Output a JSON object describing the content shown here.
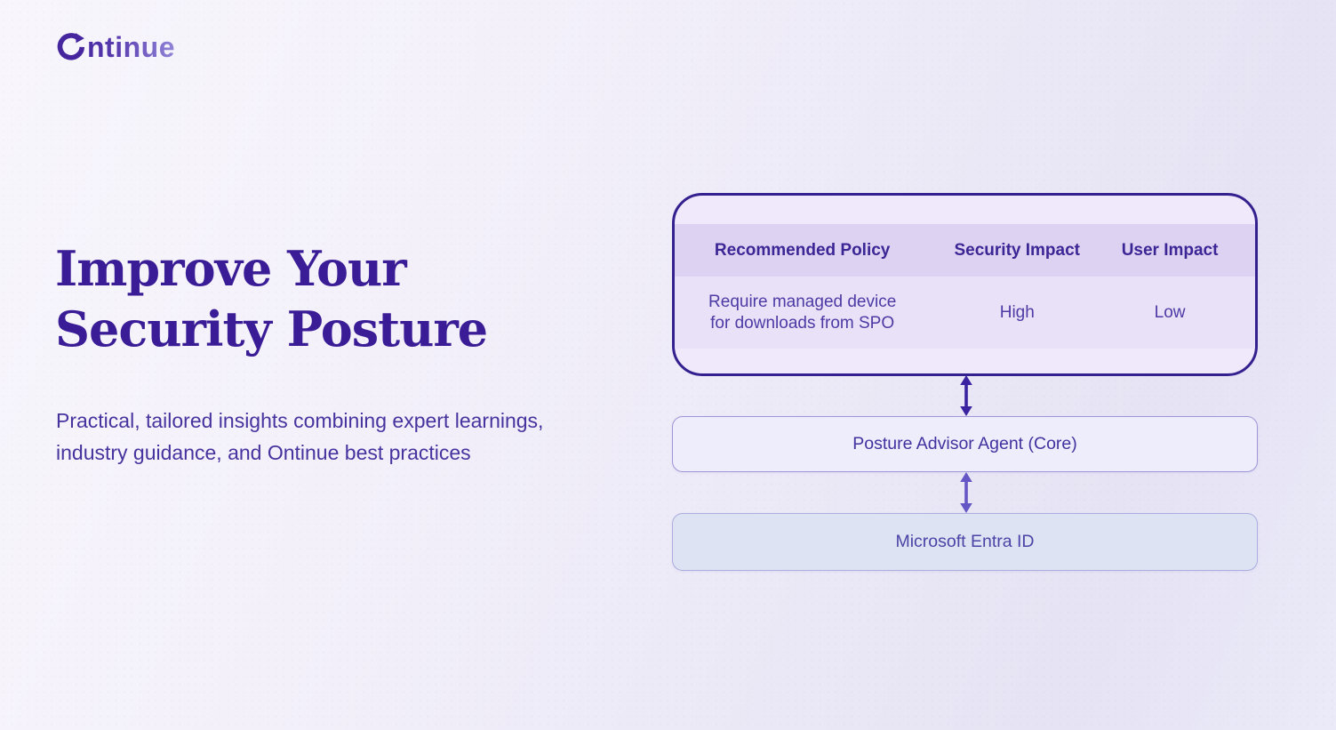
{
  "brand": {
    "name": "Ontinue",
    "wordmark_rest": "ntinue"
  },
  "hero": {
    "title_lines": [
      "Improve Your",
      "Security Posture"
    ],
    "description": "Practical, tailored insights combining expert learnings, industry guidance, and Ontinue best practices"
  },
  "diagram": {
    "policy_table": {
      "columns": [
        "Recommended Policy",
        "Security Impact",
        "User Impact"
      ],
      "row": {
        "policy": "Require managed device for downloads from SPO",
        "security_impact": "High",
        "user_impact": "Low"
      }
    },
    "nodes": {
      "agent": "Posture Advisor Agent (Core)",
      "identity": "Microsoft Entra ID"
    },
    "connections": [
      {
        "from": "policy_table",
        "to": "agent",
        "style": "double-arrow"
      },
      {
        "from": "agent",
        "to": "identity",
        "style": "double-arrow"
      }
    ]
  },
  "colors": {
    "table_border": "#34208f",
    "heading_text": "#3a1d96",
    "body_text": "#46339e",
    "table_header_bg": "#ddd2f2",
    "table_row_bg": "#e8e1f7",
    "agent_node_bg": "#ededfb",
    "identity_node_bg": "#dde3f2",
    "arrow_dark": "#3b22a1",
    "arrow_light": "#6556c6",
    "logo_dark": "#4a2ba3",
    "logo_light": "#9185d8"
  }
}
